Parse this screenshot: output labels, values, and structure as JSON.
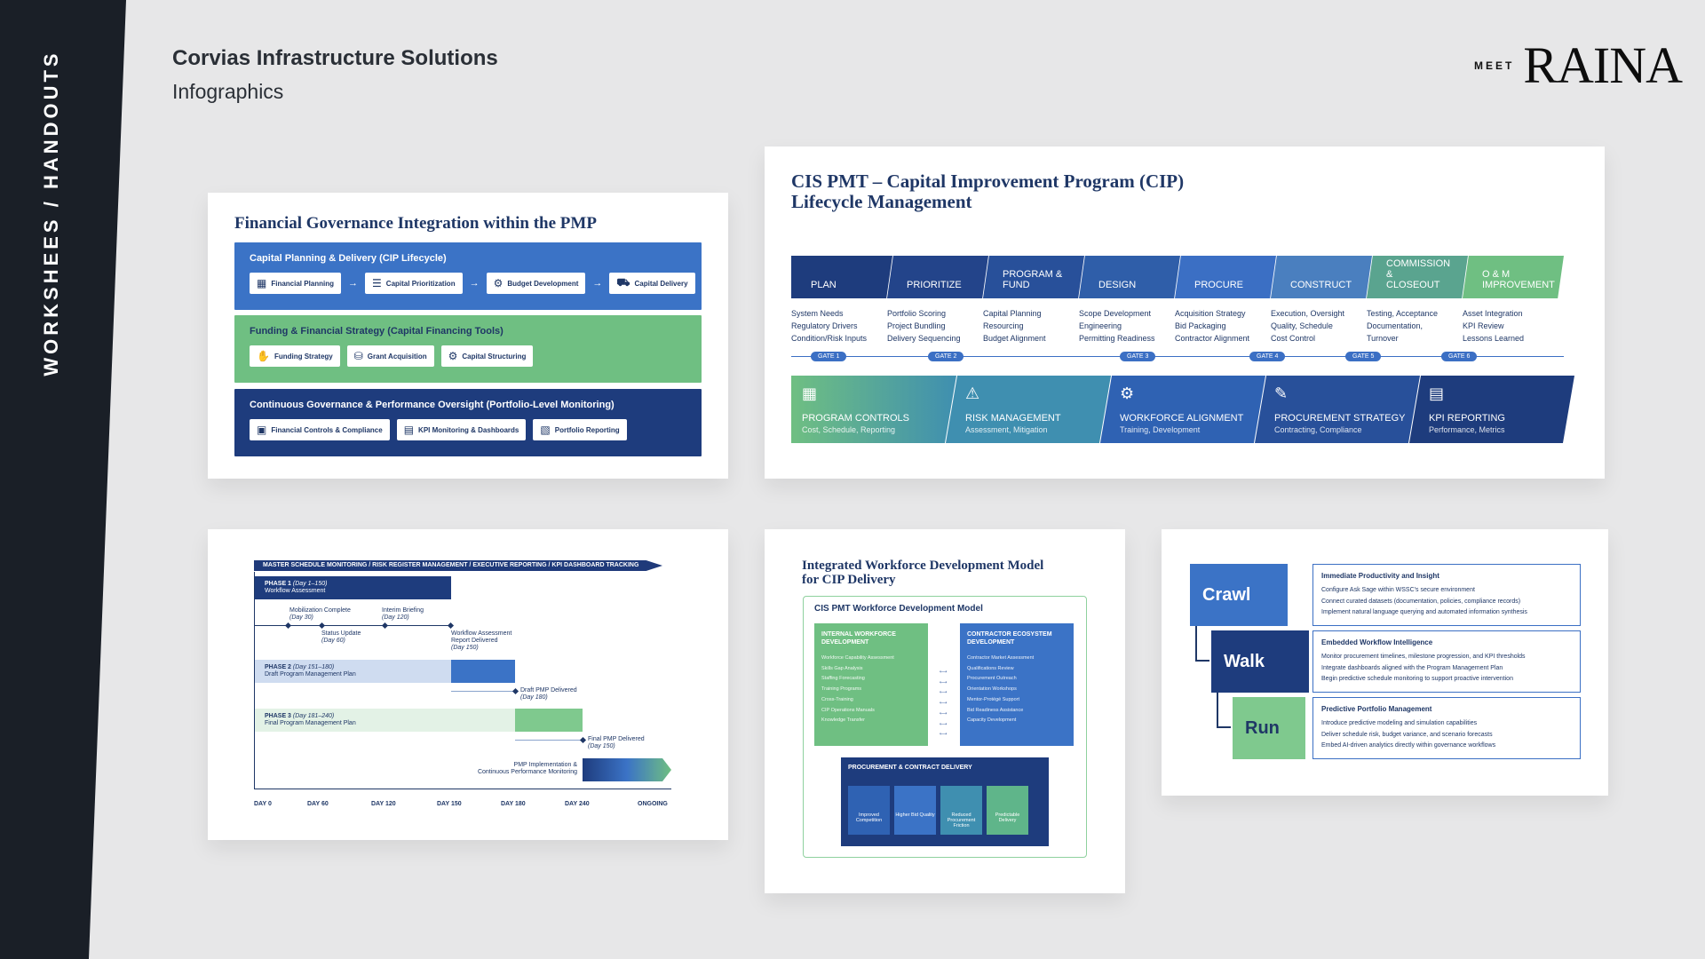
{
  "sidebar": {
    "label": "WORKSHEES / HANDOUTS"
  },
  "header": {
    "title": "Corvias Infrastructure Solutions",
    "subtitle": "Infographics"
  },
  "logo": {
    "meet": "MEET",
    "name": "RAINA"
  },
  "colors": {
    "navy": "#1e3c7d",
    "blue": "#3b6fc4",
    "green": "#6fbf82",
    "dark": "#1a1f27"
  },
  "card1": {
    "title": "Financial Governance Integration within the PMP",
    "bands": [
      {
        "title": "Capital Planning & Delivery (CIP Lifecycle)",
        "chips": [
          "Financial Planning",
          "Capital Prioritization",
          "Budget Development",
          "Capital Delivery"
        ]
      },
      {
        "title": "Funding & Financial Strategy (Capital Financing Tools)",
        "chips": [
          "Funding Strategy",
          "Grant Acquisition",
          "Capital Structuring"
        ]
      },
      {
        "title": "Continuous Governance & Performance Oversight (Portfolio-Level Monitoring)",
        "chips": [
          "Financial Controls & Compliance",
          "KPI Monitoring & Dashboards",
          "Portfolio Reporting"
        ]
      }
    ]
  },
  "card2": {
    "title": "CIS PMT – Capital Improvement Program (CIP) Lifecycle Management",
    "stages": [
      {
        "name": "PLAN",
        "desc": [
          "System Needs",
          "Regulatory Drivers",
          "Condition/Risk Inputs"
        ]
      },
      {
        "name": "PRIORITIZE",
        "desc": [
          "Portfolio Scoring",
          "Project Bundling",
          "Delivery Sequencing"
        ]
      },
      {
        "name": "PROGRAM & FUND",
        "desc": [
          "Capital Planning",
          "Resourcing",
          "Budget Alignment"
        ]
      },
      {
        "name": "DESIGN",
        "desc": [
          "Scope Development",
          "Engineering",
          "Permitting Readiness"
        ]
      },
      {
        "name": "PROCURE",
        "desc": [
          "Acquisition Strategy",
          "Bid Packaging",
          "Contractor Alignment"
        ]
      },
      {
        "name": "CONSTRUCT",
        "desc": [
          "Execution, Oversight",
          "Quality, Schedule",
          "Cost Control"
        ]
      },
      {
        "name": "COMMISSION & CLOSEOUT",
        "desc": [
          "Testing, Acceptance",
          "Documentation,",
          "Turnover"
        ]
      },
      {
        "name": "O & M IMPROVEMENT",
        "desc": [
          "Asset Integration",
          "KPI Review",
          "Lessons Learned"
        ]
      }
    ],
    "gates": [
      "GATE 1",
      "GATE 2",
      "GATE 3",
      "GATE 4",
      "GATE 5",
      "GATE 6"
    ],
    "blocks": [
      {
        "title": "PROGRAM CONTROLS",
        "sub": "Cost, Schedule, Reporting"
      },
      {
        "title": "RISK MANAGEMENT",
        "sub": "Assessment, Mitigation"
      },
      {
        "title": "WORKFORCE ALIGNMENT",
        "sub": "Training, Development"
      },
      {
        "title": "PROCUREMENT STRATEGY",
        "sub": "Contracting, Compliance"
      },
      {
        "title": "KPI REPORTING",
        "sub": "Performance, Metrics"
      }
    ]
  },
  "card3": {
    "banner": "MASTER SCHEDULE MONITORING / RISK REGISTER MANAGEMENT / EXECUTIVE REPORTING / KPI DASHBOARD TRACKING",
    "phase1": {
      "name": "PHASE 1",
      "range": "(Day 1–150)",
      "desc": "Workflow Assessment"
    },
    "phase2": {
      "name": "PHASE 2",
      "range": "(Day 151–180)",
      "desc": "Draft Program Management Plan"
    },
    "phase3": {
      "name": "PHASE 3",
      "range": "(Day 181–240)",
      "desc": "Final Program Management Plan"
    },
    "milestones": {
      "mobilization": [
        "Mobilization Complete",
        "(Day 30)"
      ],
      "status": [
        "Status Update",
        "(Day 60)"
      ],
      "interim": [
        "Interim Briefing",
        "(Day 120)"
      ],
      "wa_report": [
        "Workflow Assessment",
        "Report Delivered",
        "(Day 150)"
      ],
      "draft": [
        "Draft PMP Delivered",
        "(Day 180)"
      ],
      "final": [
        "Final PMP Delivered",
        "(Day 150)"
      ],
      "impl": [
        "PMP Implementation &",
        "Continuous Performance Monitoring"
      ]
    },
    "ticks": [
      "DAY 0",
      "DAY 60",
      "DAY 120",
      "DAY 150",
      "DAY 180",
      "DAY 240",
      "ONGOING"
    ]
  },
  "card4": {
    "title": "Integrated Workforce Development Model for CIP Delivery",
    "model": "CIS PMT Workforce Development Model",
    "left": {
      "title": "INTERNAL WORKFORCE DEVELOPMENT",
      "items": [
        "Workforce Capability Assessment",
        "Skills Gap Analysis",
        "Staffing Forecasting",
        "Training Programs",
        "Cross-Training",
        "CIP Operations Manuals",
        "Knowledge Transfer"
      ]
    },
    "right": {
      "title": "CONTRACTOR ECOSYSTEM DEVELOPMENT",
      "items": [
        "Contractor Market Assessment",
        "Qualifications Review",
        "Procurement Outreach",
        "Orientation Workshops",
        "Mentor-Protégé Support",
        "Bid Readiness Assistance",
        "Capacity Development"
      ]
    },
    "delivery": {
      "title": "PROCUREMENT & CONTRACT DELIVERY",
      "items": [
        "Improved Competition",
        "Higher Bid Quality",
        "Reduced Procurement Friction",
        "Predictable Delivery"
      ]
    }
  },
  "card5": {
    "levels": [
      {
        "name": "Crawl",
        "title": "Immediate Productivity and Insight",
        "items": [
          "Configure Ask Sage within WSSC's secure environment",
          "Connect curated datasets (documentation, policies, compliance records)",
          "Implement natural language querying and automated information synthesis"
        ]
      },
      {
        "name": "Walk",
        "title": "Embedded Workflow Intelligence",
        "items": [
          "Monitor procurement timelines, milestone progression, and KPI thresholds",
          "Integrate dashboards aligned with the Program Management Plan",
          "Begin predictive schedule monitoring to support proactive intervention"
        ]
      },
      {
        "name": "Run",
        "title": "Predictive Portfolio Management",
        "items": [
          "Introduce predictive modeling and simulation capabilities",
          "Deliver schedule risk, budget variance, and scenario forecasts",
          "Embed AI-driven analytics directly within governance workflows"
        ]
      }
    ]
  }
}
